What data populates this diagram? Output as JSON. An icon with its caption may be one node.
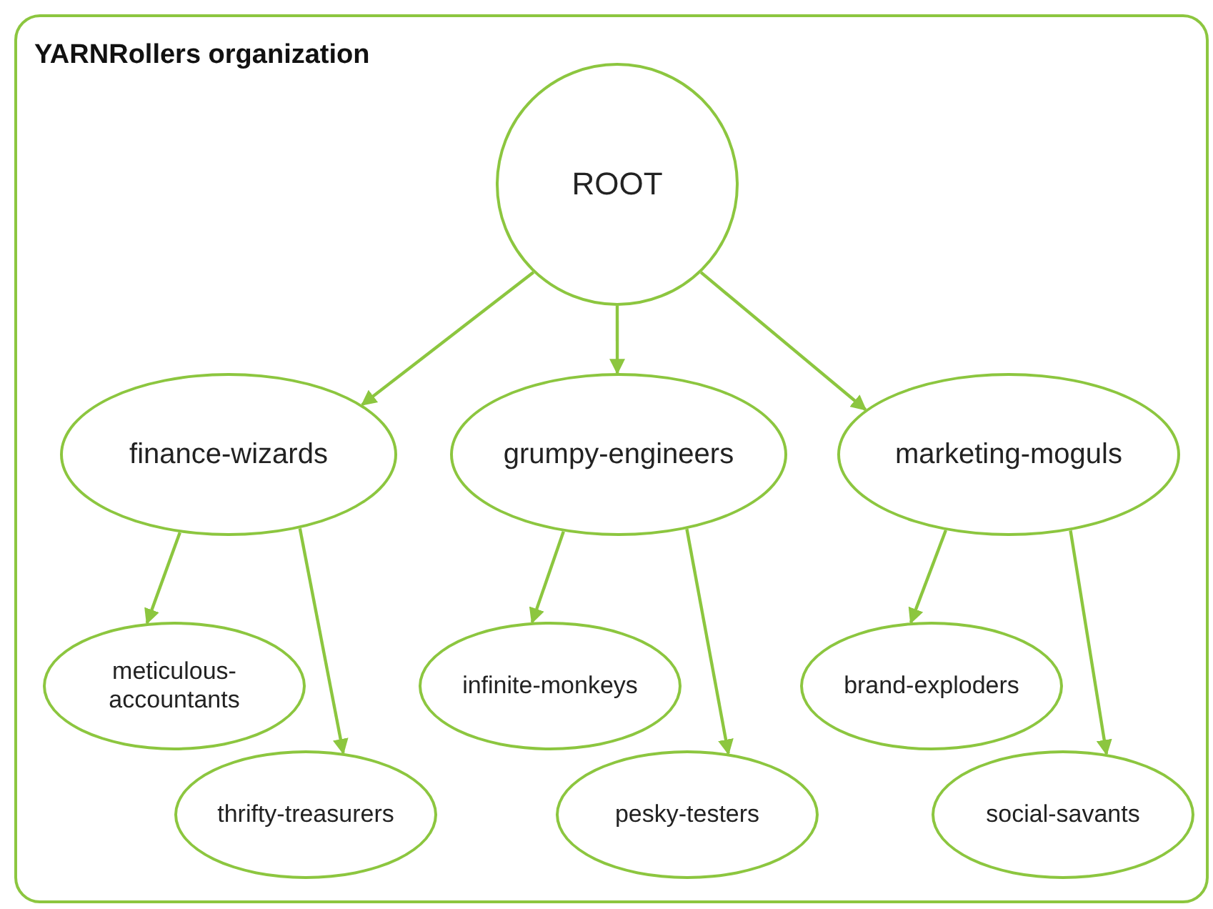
{
  "diagram": {
    "nodes": [
      {
        "text": [
          "YARNRollers organization"
        ]
      },
      {
        "text": [
          "ROOT"
        ],
        "in": 0
      },
      {
        "text": [
          "finance-wizards"
        ],
        "in": 0
      },
      {
        "text": [
          "grumpy-engineers"
        ],
        "in": 0
      },
      {
        "text": [
          "marketing-moguls"
        ],
        "in": 0
      },
      {
        "text": [
          "meticulous-accountants"
        ],
        "in": 0
      },
      {
        "text": [
          "thrifty-treasurers"
        ],
        "in": 0
      },
      {
        "text": [
          "infinite-monkeys"
        ],
        "in": 0
      },
      {
        "text": [
          "pesky-testers"
        ],
        "in": 0
      },
      {
        "text": [
          "brand-exploders"
        ],
        "in": 0
      },
      {
        "text": [
          "social-savants"
        ],
        "in": 0
      }
    ],
    "edges": [
      {
        "from": 1,
        "to": 2,
        "arrow": "to"
      },
      {
        "from": 1,
        "to": 3,
        "arrow": "to"
      },
      {
        "from": 1,
        "to": 4,
        "arrow": "to"
      },
      {
        "from": 2,
        "to": 5,
        "arrow": "to"
      },
      {
        "from": 2,
        "to": 6,
        "arrow": "to"
      },
      {
        "from": 3,
        "to": 7,
        "arrow": "to"
      },
      {
        "from": 3,
        "to": 8,
        "arrow": "to"
      },
      {
        "from": 4,
        "to": 9,
        "arrow": "to"
      },
      {
        "from": 4,
        "to": 10,
        "arrow": "to"
      }
    ]
  }
}
